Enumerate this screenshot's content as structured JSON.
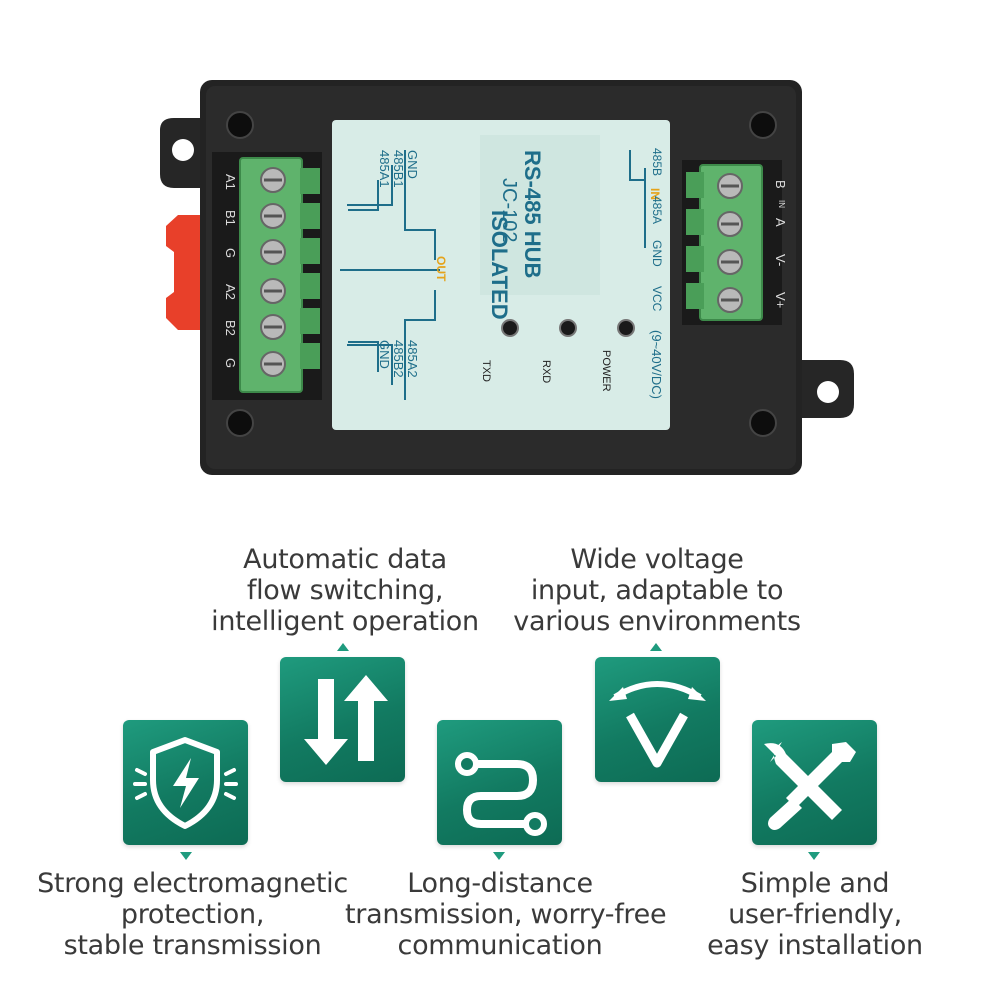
{
  "device": {
    "label_title": "ISOLATED",
    "label_subtitle": "RS-485 HUB",
    "model": "JC-102",
    "out_label": "OUT",
    "in_label": "IN",
    "out1_pins": [
      "GND",
      "485B1",
      "485A1"
    ],
    "out2_pins": [
      "485A2",
      "485B2",
      "GND"
    ],
    "in_pins": [
      "485B",
      "485A",
      "GND",
      "VCC"
    ],
    "voltage": "(9~40V/DC)",
    "leds": [
      "TXD",
      "RXD",
      "POWER"
    ],
    "left_terminals": [
      "A1",
      "B1",
      "G",
      "A2",
      "B2",
      "G"
    ],
    "right_terminals": [
      "B",
      "A",
      "V-",
      "V+"
    ],
    "right_in_mark": "IN"
  },
  "features": {
    "top_left": {
      "lines": [
        "Automatic data",
        "flow switching,",
        "intelligent operation"
      ],
      "icon": "up-down-arrows-icon"
    },
    "top_right": {
      "lines": [
        "Wide voltage",
        "input, adaptable to",
        "various environments"
      ],
      "icon": "voltage-gauge-icon"
    },
    "bottom_left": {
      "lines": [
        "Strong electromagnetic",
        "protection,",
        "stable transmission"
      ],
      "icon": "shield-lightning-icon"
    },
    "bottom_mid": {
      "lines": [
        "Long-distance",
        "transmission, worry-free",
        "communication"
      ],
      "icon": "route-path-icon"
    },
    "bottom_right": {
      "lines": [
        "Simple and",
        "user-friendly,",
        "easy installation"
      ],
      "icon": "wrench-screwdriver-icon"
    }
  },
  "colors": {
    "tile": "#127a61",
    "enclosure": "#222222",
    "terminal": "#5fb36c",
    "label": "#d8ece7"
  }
}
